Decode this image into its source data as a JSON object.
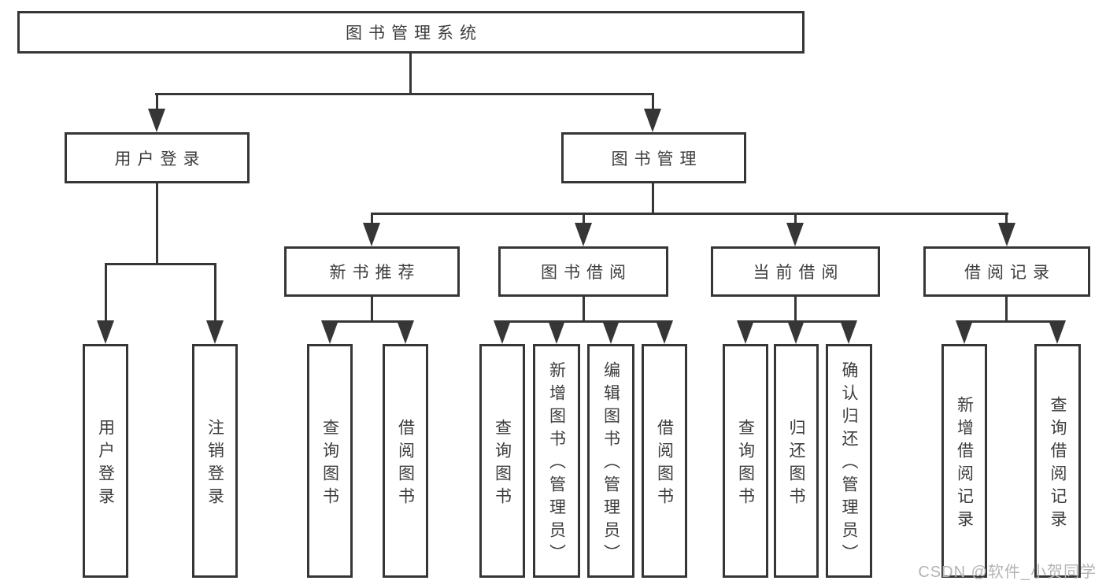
{
  "tree": {
    "root": {
      "label": "图书管理系统"
    },
    "children": [
      {
        "label": "用户登录",
        "children": [
          {
            "label": "用户登录"
          },
          {
            "label": "注销登录"
          }
        ]
      },
      {
        "label": "图书管理",
        "children": [
          {
            "label": "新书推荐",
            "children": [
              {
                "label": "查询图书"
              },
              {
                "label": "借阅图书"
              }
            ]
          },
          {
            "label": "图书借阅",
            "children": [
              {
                "label": "查询图书"
              },
              {
                "label": "新增图书（管理员）"
              },
              {
                "label": "编辑图书（管理员）"
              },
              {
                "label": "借阅图书"
              }
            ]
          },
          {
            "label": "当前借阅",
            "children": [
              {
                "label": "查询图书"
              },
              {
                "label": "归还图书"
              },
              {
                "label": "确认归还（管理员）"
              }
            ]
          },
          {
            "label": "借阅记录",
            "children": [
              {
                "label": "新增借阅记录"
              },
              {
                "label": "查询借阅记录"
              }
            ]
          }
        ]
      }
    ]
  },
  "watermark": {
    "text": "CSDN @软件_小贺同学"
  },
  "colors": {
    "line": "#363636",
    "text": "#3d3d3d",
    "watermark": "#b4b4b4",
    "background": "#ffffff"
  }
}
